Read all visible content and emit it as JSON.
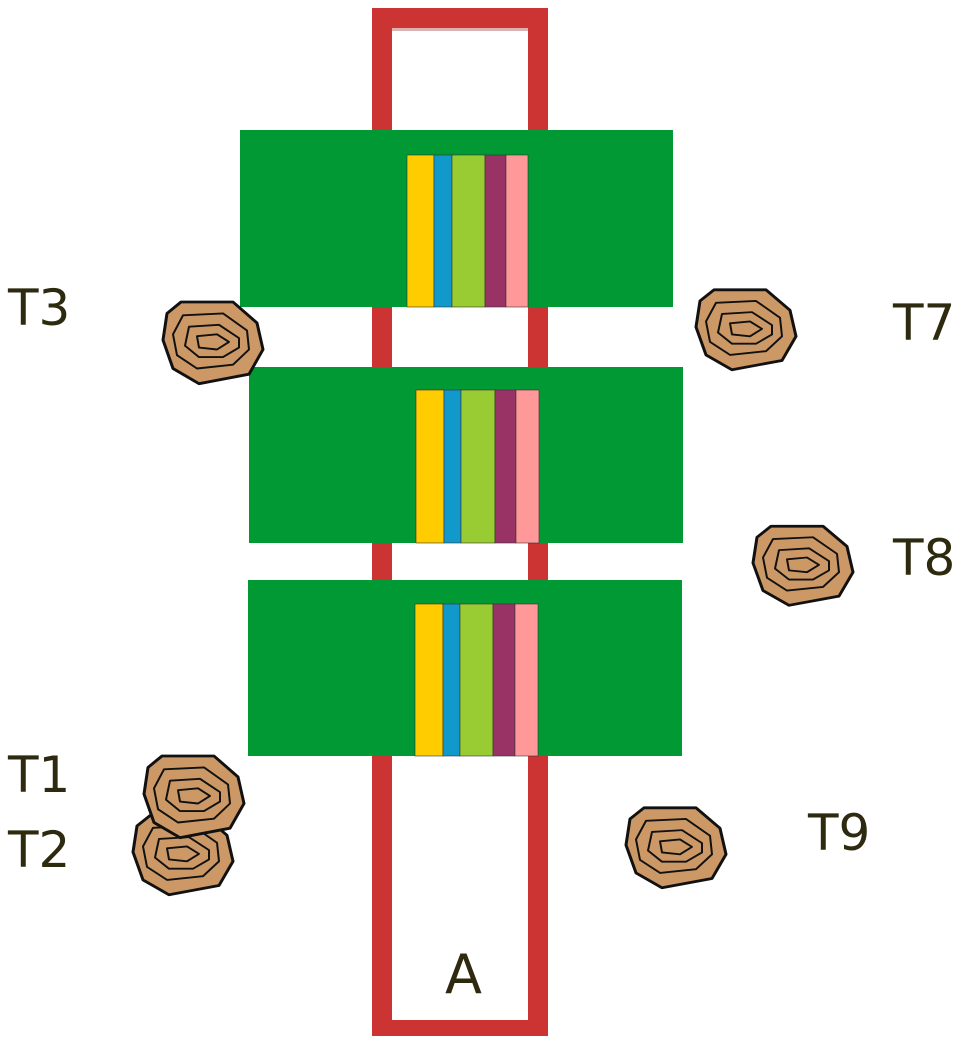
{
  "colors": {
    "background": "#ffffff",
    "frame": "#cc3333",
    "mat": "#009933",
    "stripes": [
      "#ffcc00",
      "#1199cc",
      "#99cc33",
      "#993366",
      "#ff9999"
    ],
    "log_fill": "#cc9966",
    "log_stroke": "#111111",
    "label_text": "#2d2a10"
  },
  "labels": {
    "area": "A",
    "t1": "T1",
    "t2": "T2",
    "t3": "T3",
    "t7": "T7",
    "t8": "T8",
    "t9": "T9"
  },
  "icons": {
    "log": "tree-stump-icon"
  }
}
